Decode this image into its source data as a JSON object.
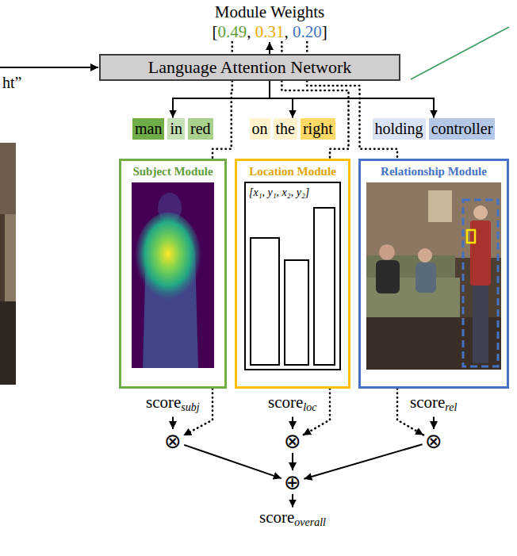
{
  "diagram": {
    "nodes": [
      {
        "text": [
          "Module Weights",
          "[",
          "0.49",
          ", ",
          "0.31",
          ", ",
          "0.20",
          "]"
        ]
      },
      {
        "text": [
          "Language Attention Network"
        ]
      },
      {
        "text": [
          "man",
          "in",
          "red"
        ]
      },
      {
        "text": [
          "on",
          "the",
          "right"
        ]
      },
      {
        "text": [
          "holding",
          "controller"
        ]
      },
      {
        "text": [
          "Subject Module"
        ]
      },
      {
        "text": [
          "Location Module"
        ]
      },
      {
        "text": [
          "Relationship Module"
        ]
      },
      {
        "text": [
          "score",
          "subj"
        ]
      },
      {
        "text": [
          "score",
          "loc"
        ]
      },
      {
        "text": [
          "score",
          "rel"
        ]
      },
      {
        "text": [
          "⊗"
        ]
      },
      {
        "text": [
          "⊗"
        ]
      },
      {
        "text": [
          "⊗"
        ]
      },
      {
        "text": [
          "⊕"
        ]
      },
      {
        "text": [
          "score",
          "overall"
        ]
      }
    ],
    "edges": [
      {
        "from": 1,
        "to": 0,
        "arrow": "to"
      },
      {
        "from": 1,
        "to": 2,
        "arrow": "to"
      },
      {
        "from": 1,
        "to": 3,
        "arrow": "to"
      },
      {
        "from": 1,
        "to": 4,
        "arrow": "to"
      },
      {
        "from": 0,
        "to": 11,
        "arrow": "to"
      },
      {
        "from": 0,
        "to": 12,
        "arrow": "to"
      },
      {
        "from": 0,
        "to": 13,
        "arrow": "to"
      },
      {
        "from": 8,
        "to": 11,
        "arrow": "to"
      },
      {
        "from": 9,
        "to": 12,
        "arrow": "to"
      },
      {
        "from": 10,
        "to": 13,
        "arrow": "to"
      },
      {
        "from": 11,
        "to": 14,
        "arrow": "to"
      },
      {
        "from": 12,
        "to": 14,
        "arrow": "to"
      },
      {
        "from": 13,
        "to": 14,
        "arrow": "to"
      },
      {
        "from": 14,
        "to": 15,
        "arrow": "to"
      }
    ],
    "labels": [
      "ht”",
      "[x₁, y₁, x₂, y₂]"
    ]
  }
}
